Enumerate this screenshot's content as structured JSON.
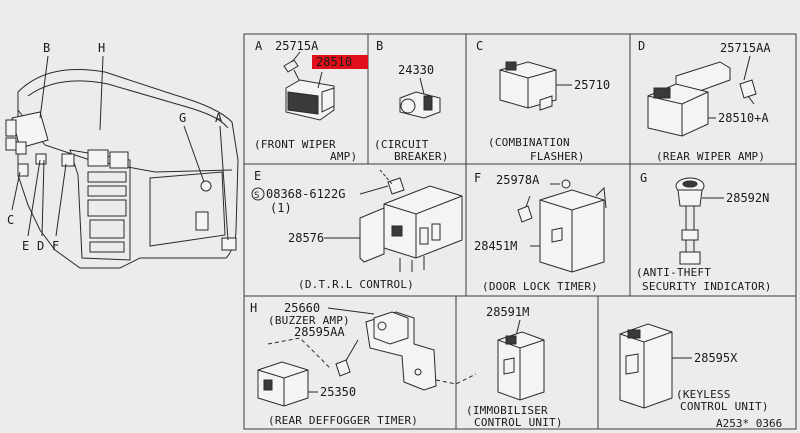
{
  "overview": {
    "labels": {
      "A": "A",
      "B": "B",
      "C": "C",
      "D": "D",
      "E": "E",
      "F": "F",
      "G": "G",
      "H": "H"
    }
  },
  "sections": {
    "A": {
      "letter": "A",
      "part1": "25715A",
      "part2": "28510",
      "caption1": "(FRONT WIPER",
      "caption2": "AMP)"
    },
    "B": {
      "letter": "B",
      "part1": "24330",
      "caption1": "(CIRCUIT",
      "caption2": "BREAKER)"
    },
    "C": {
      "letter": "C",
      "part1": "25710",
      "caption1": "(COMBINATION",
      "caption2": "FLASHER)"
    },
    "D": {
      "letter": "D",
      "part1": "25715AA",
      "part2": "28510+A",
      "caption1": "(REAR WIPER AMP)"
    },
    "E": {
      "letter": "E",
      "bolt": "08368-6122G",
      "bolt_qty": "(1)",
      "part1": "28576",
      "caption1": "(D.T.R.L CONTROL)"
    },
    "F": {
      "letter": "F",
      "part1": "25978A",
      "part2": "28451M",
      "caption1": "(DOOR LOCK TIMER)"
    },
    "G": {
      "letter": "G",
      "part1": "28592N",
      "caption1": "(ANTI-THEFT",
      "caption2": "SECURITY INDICATOR)"
    },
    "H": {
      "letter": "H",
      "part1": "25660",
      "caption_buzzer": "(BUZZER AMP)",
      "part2": "28595AA",
      "part3": "25350",
      "caption1": "(REAR DEFFOGGER TIMER)",
      "part4": "28591M",
      "caption_imm1": "(IMMOBILISER",
      "caption_imm2": "CONTROL UNIT)",
      "part5": "28595X",
      "caption_key1": "(KEYLESS",
      "caption_key2": "CONTROL UNIT)"
    }
  },
  "footer": {
    "ref": "A253* 0366"
  },
  "colors": {
    "highlight": "#e0101a",
    "line": "#2a2a2a",
    "background": "#ececec"
  }
}
